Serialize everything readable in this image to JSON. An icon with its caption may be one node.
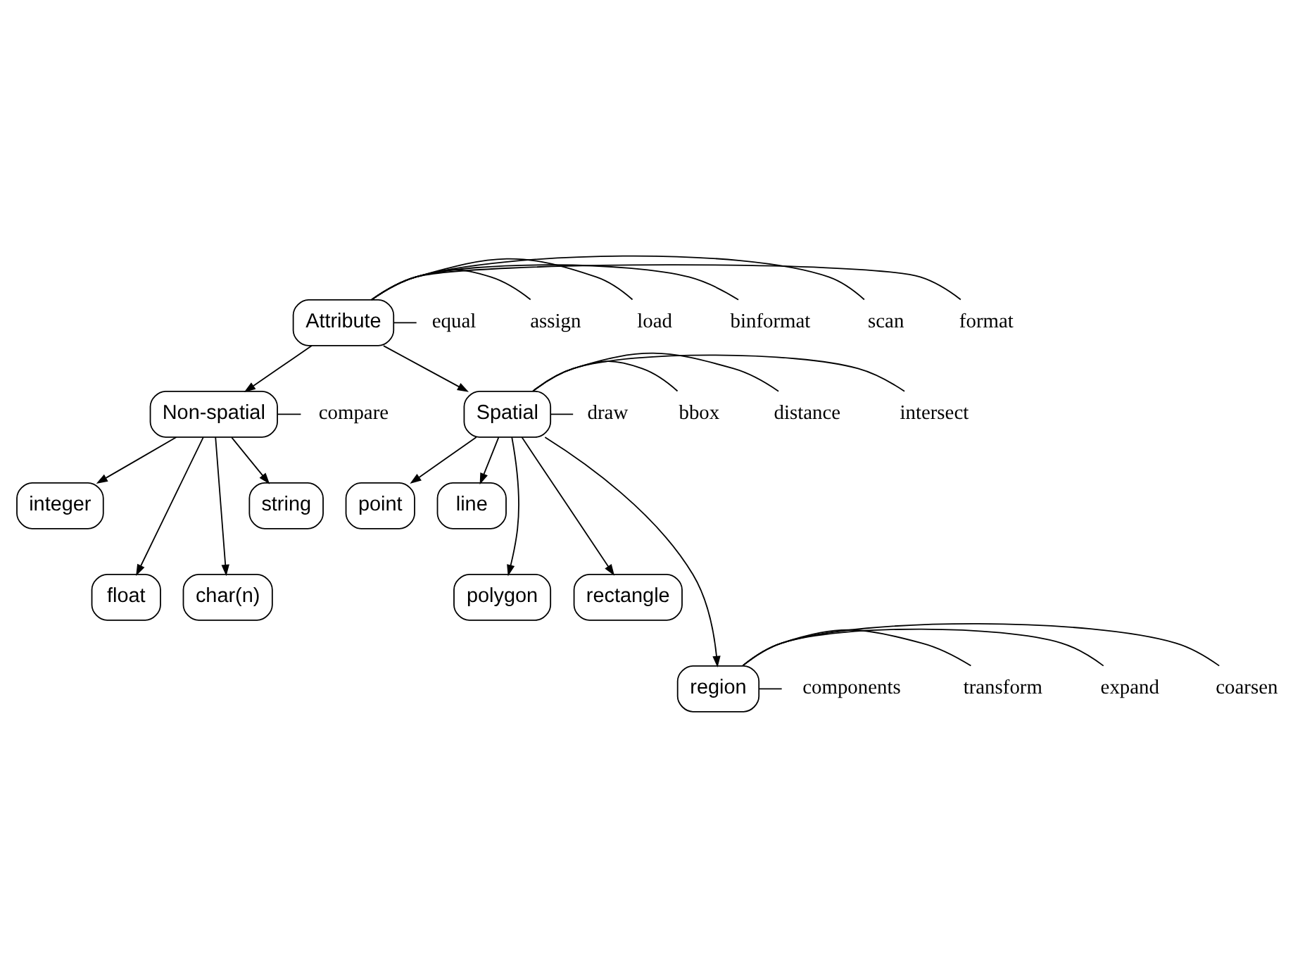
{
  "diagram": {
    "nodes": [
      {
        "text": [
          "Attribute"
        ]
      },
      {
        "text": [
          "format"
        ]
      },
      {
        "text": [
          "scan"
        ]
      },
      {
        "text": [
          "binformat"
        ]
      },
      {
        "text": [
          "load"
        ]
      },
      {
        "text": [
          "assign"
        ]
      },
      {
        "text": [
          "equal"
        ]
      },
      {
        "text": [
          "Non-spatial"
        ]
      },
      {
        "text": [
          "compare"
        ]
      },
      {
        "text": [
          "Spatial"
        ]
      },
      {
        "text": [
          "intersect"
        ]
      },
      {
        "text": [
          "distance"
        ]
      },
      {
        "text": [
          "bbox"
        ]
      },
      {
        "text": [
          "draw"
        ]
      },
      {
        "text": [
          "integer"
        ]
      },
      {
        "text": [
          "float"
        ]
      },
      {
        "text": [
          "char(n)"
        ]
      },
      {
        "text": [
          "string"
        ]
      },
      {
        "text": [
          "point"
        ]
      },
      {
        "text": [
          "line"
        ]
      },
      {
        "text": [
          "polygon"
        ]
      },
      {
        "text": [
          "rectangle"
        ]
      },
      {
        "text": [
          "region"
        ]
      },
      {
        "text": [
          "coarsen"
        ]
      },
      {
        "text": [
          "expand"
        ]
      },
      {
        "text": [
          "transform"
        ]
      },
      {
        "text": [
          "components"
        ]
      }
    ],
    "edges": [
      {
        "from": 0,
        "to": 1,
        "arrow": "none"
      },
      {
        "from": 0,
        "to": 2,
        "arrow": "none"
      },
      {
        "from": 0,
        "to": 3,
        "arrow": "none"
      },
      {
        "from": 0,
        "to": 4,
        "arrow": "none"
      },
      {
        "from": 0,
        "to": 5,
        "arrow": "none"
      },
      {
        "from": 0,
        "to": 6,
        "arrow": "none"
      },
      {
        "from": 0,
        "to": 7,
        "arrow": "to"
      },
      {
        "from": 0,
        "to": 9,
        "arrow": "to"
      },
      {
        "from": 7,
        "to": 8,
        "arrow": "none"
      },
      {
        "from": 9,
        "to": 10,
        "arrow": "none"
      },
      {
        "from": 9,
        "to": 11,
        "arrow": "none"
      },
      {
        "from": 9,
        "to": 12,
        "arrow": "none"
      },
      {
        "from": 9,
        "to": 13,
        "arrow": "none"
      },
      {
        "from": 7,
        "to": 14,
        "arrow": "to"
      },
      {
        "from": 7,
        "to": 16,
        "arrow": "to"
      },
      {
        "from": 7,
        "to": 17,
        "arrow": "to"
      },
      {
        "from": 7,
        "to": 15,
        "arrow": "to"
      },
      {
        "from": 9,
        "to": 18,
        "arrow": "to"
      },
      {
        "from": 9,
        "to": 20,
        "arrow": "to"
      },
      {
        "from": 9,
        "to": 22,
        "arrow": "to"
      },
      {
        "from": 9,
        "to": 21,
        "arrow": "to"
      },
      {
        "from": 9,
        "to": 19,
        "arrow": "to"
      },
      {
        "from": 22,
        "to": 23,
        "arrow": "none"
      },
      {
        "from": 22,
        "to": 24,
        "arrow": "none"
      },
      {
        "from": 22,
        "to": 25,
        "arrow": "none"
      },
      {
        "from": 22,
        "to": 26,
        "arrow": "none"
      }
    ]
  }
}
